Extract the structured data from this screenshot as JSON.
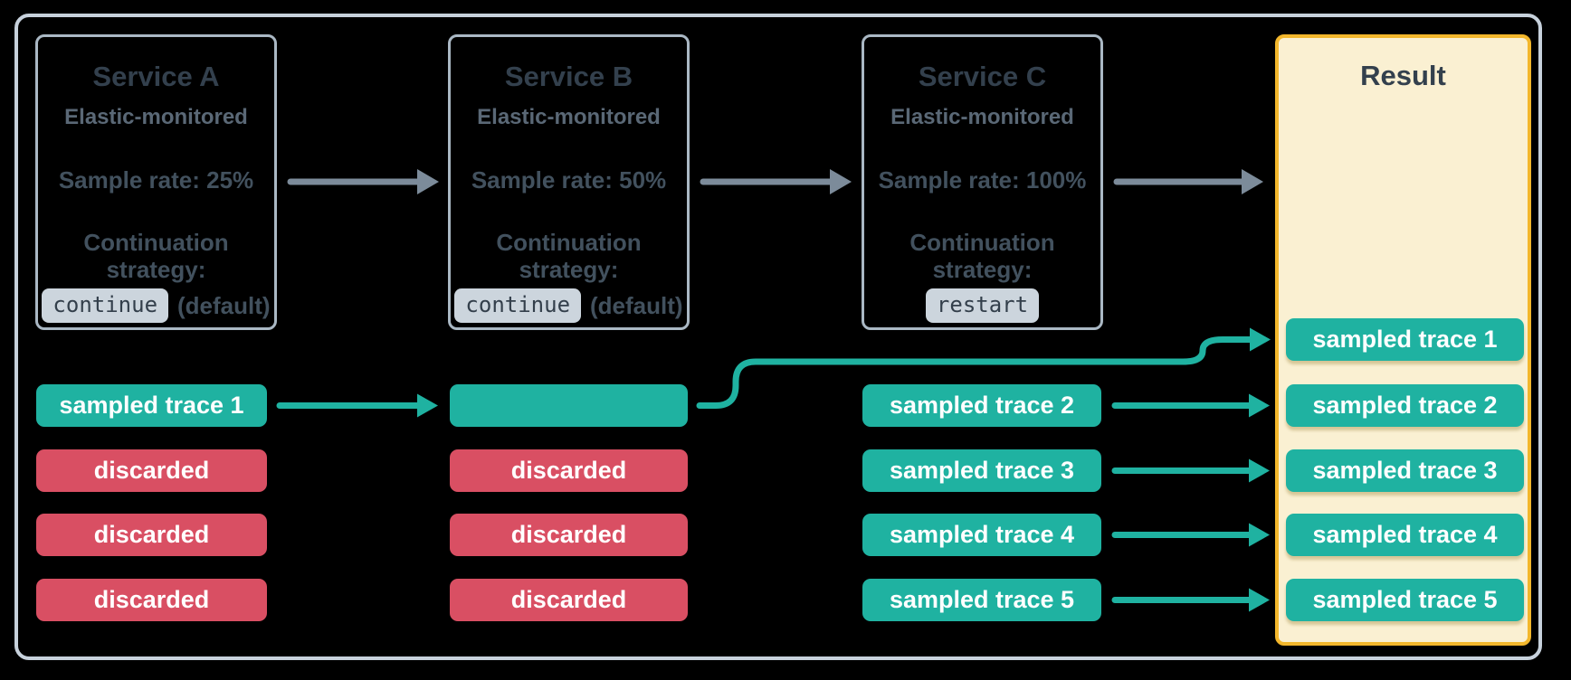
{
  "services": [
    {
      "title": "Service A",
      "monitored": "Elastic-monitored",
      "sample_rate": "Sample rate: 25%",
      "continuation_label": "Continuation strategy:",
      "strategy_code": "continue",
      "strategy_suffix": "(default)"
    },
    {
      "title": "Service B",
      "monitored": "Elastic-monitored",
      "sample_rate": "Sample rate: 50%",
      "continuation_label": "Continuation strategy:",
      "strategy_code": "continue",
      "strategy_suffix": "(default)"
    },
    {
      "title": "Service C",
      "monitored": "Elastic-monitored",
      "sample_rate": "Sample rate: 100%",
      "continuation_label": "Continuation strategy:",
      "strategy_code": "restart",
      "strategy_suffix": ""
    }
  ],
  "result": {
    "title": "Result",
    "traces": [
      "sampled trace 1",
      "sampled trace 2",
      "sampled trace 3",
      "sampled trace 4",
      "sampled trace 5"
    ]
  },
  "rows": {
    "service_a": [
      "sampled trace 1",
      "discarded",
      "discarded",
      "discarded"
    ],
    "service_b": [
      "",
      "discarded",
      "discarded",
      "discarded"
    ],
    "service_c": [
      "sampled trace 2",
      "sampled trace 3",
      "sampled trace 4",
      "sampled trace 5"
    ]
  },
  "colors": {
    "sampled_teal": "#1fb2a1",
    "discarded_red": "#d94f63",
    "result_bg": "#faf0d2",
    "result_border": "#f3b72c",
    "service_box_border": "#aab8c4",
    "outer_frame_border": "#c7d1dc",
    "flow_arrow_gray": "#7c8b9a",
    "title_text": "#33404d",
    "body_text": "#42515e",
    "code_chip_bg": "#ccd5dd"
  }
}
